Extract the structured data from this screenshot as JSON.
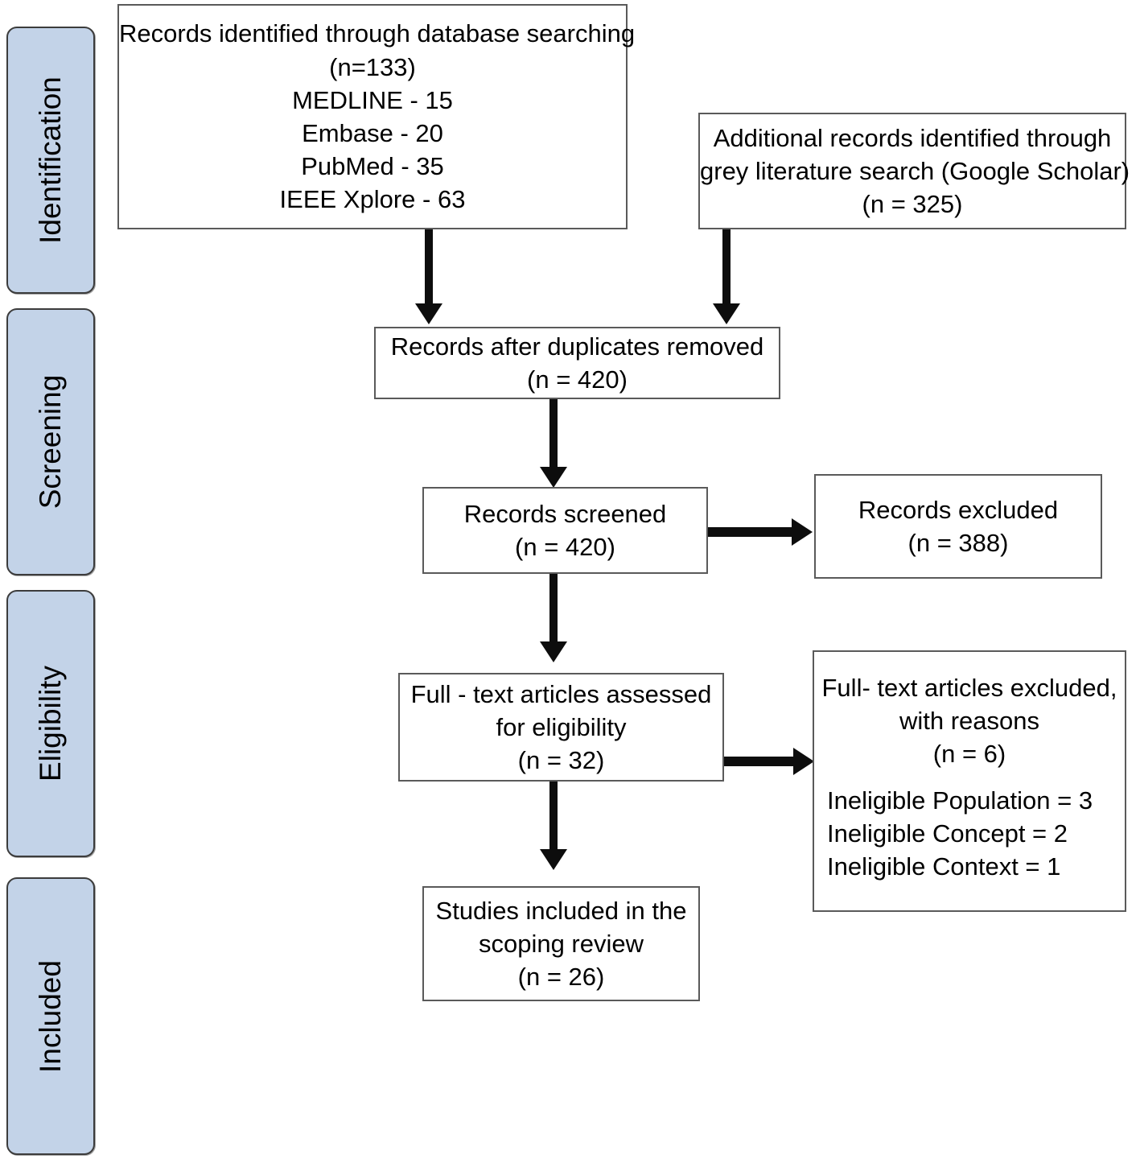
{
  "diagram": {
    "type": "prisma-flow-diagram",
    "stages": [
      {
        "id": "identification",
        "label": "Identification"
      },
      {
        "id": "screening",
        "label": "Screening"
      },
      {
        "id": "eligibility",
        "label": "Eligibility"
      },
      {
        "id": "included",
        "label": "Included"
      }
    ],
    "boxes": {
      "database_search": {
        "lines": [
          "Records identified through database searching",
          "(n=133)",
          "MEDLINE - 15",
          "Embase - 20",
          "PubMed - 35",
          "IEEE Xplore - 63"
        ]
      },
      "grey_literature": {
        "lines": [
          "Additional records identified through",
          "grey literature search (Google Scholar)",
          "(n = 325)"
        ]
      },
      "duplicates_removed": {
        "lines": [
          "Records after duplicates removed",
          "(n = 420)"
        ]
      },
      "records_screened": {
        "lines": [
          "Records screened",
          "(n = 420)"
        ]
      },
      "records_excluded": {
        "lines": [
          "Records excluded",
          "(n = 388)"
        ]
      },
      "fulltext_assessed": {
        "lines": [
          "Full - text articles assessed",
          "for eligibility",
          "(n = 32)"
        ]
      },
      "fulltext_excluded": {
        "header": [
          "Full- text articles excluded,",
          "with reasons",
          "(n = 6)"
        ],
        "reasons": [
          "Ineligible Population = 3",
          "Ineligible Concept = 2",
          "Ineligible Context = 1"
        ]
      },
      "studies_included": {
        "lines": [
          "Studies included in the",
          "scoping review",
          "(n = 26)"
        ]
      }
    },
    "colors": {
      "stage_fill": "#c3d3e8",
      "stage_border": "#3c3c3c",
      "box_border": "#5a5a5a",
      "box_fill": "#ffffff",
      "arrow": "#0d0d0d",
      "text": "#000000"
    }
  }
}
